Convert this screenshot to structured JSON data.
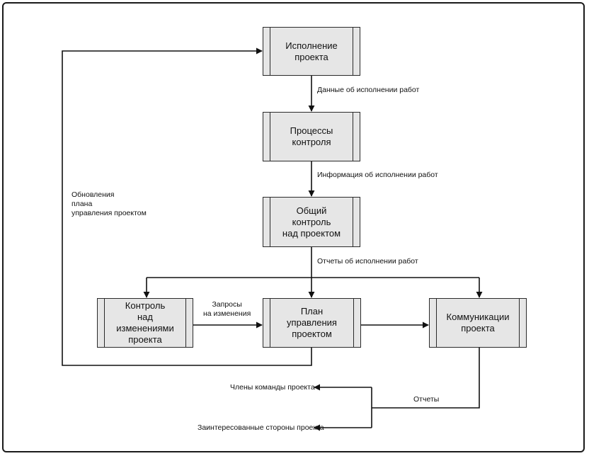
{
  "nodes": {
    "execution": "Исполнение\nпроекта",
    "control_processes": "Процессы\nконтроля",
    "overall_control": "Общий\nконтроль\nнад проектом",
    "change_control": "Контроль\nнад изменениями\nпроекта",
    "plan": "План\nуправления\nпроектом",
    "communications": "Коммуникации\nпроекта"
  },
  "edge_labels": {
    "performance_data": "Данные об исполнении работ",
    "performance_info": "Информация об исполнении работ",
    "performance_reports": "Отчеты об исполнении работ",
    "change_requests": "Запросы\nна изменения",
    "plan_updates": "Обновления\nплана\nуправления проектом",
    "reports": "Отчеты"
  },
  "outputs": {
    "team_members": "Члены команды проекта",
    "stakeholders": "Заинтересованные стороны проекта"
  }
}
